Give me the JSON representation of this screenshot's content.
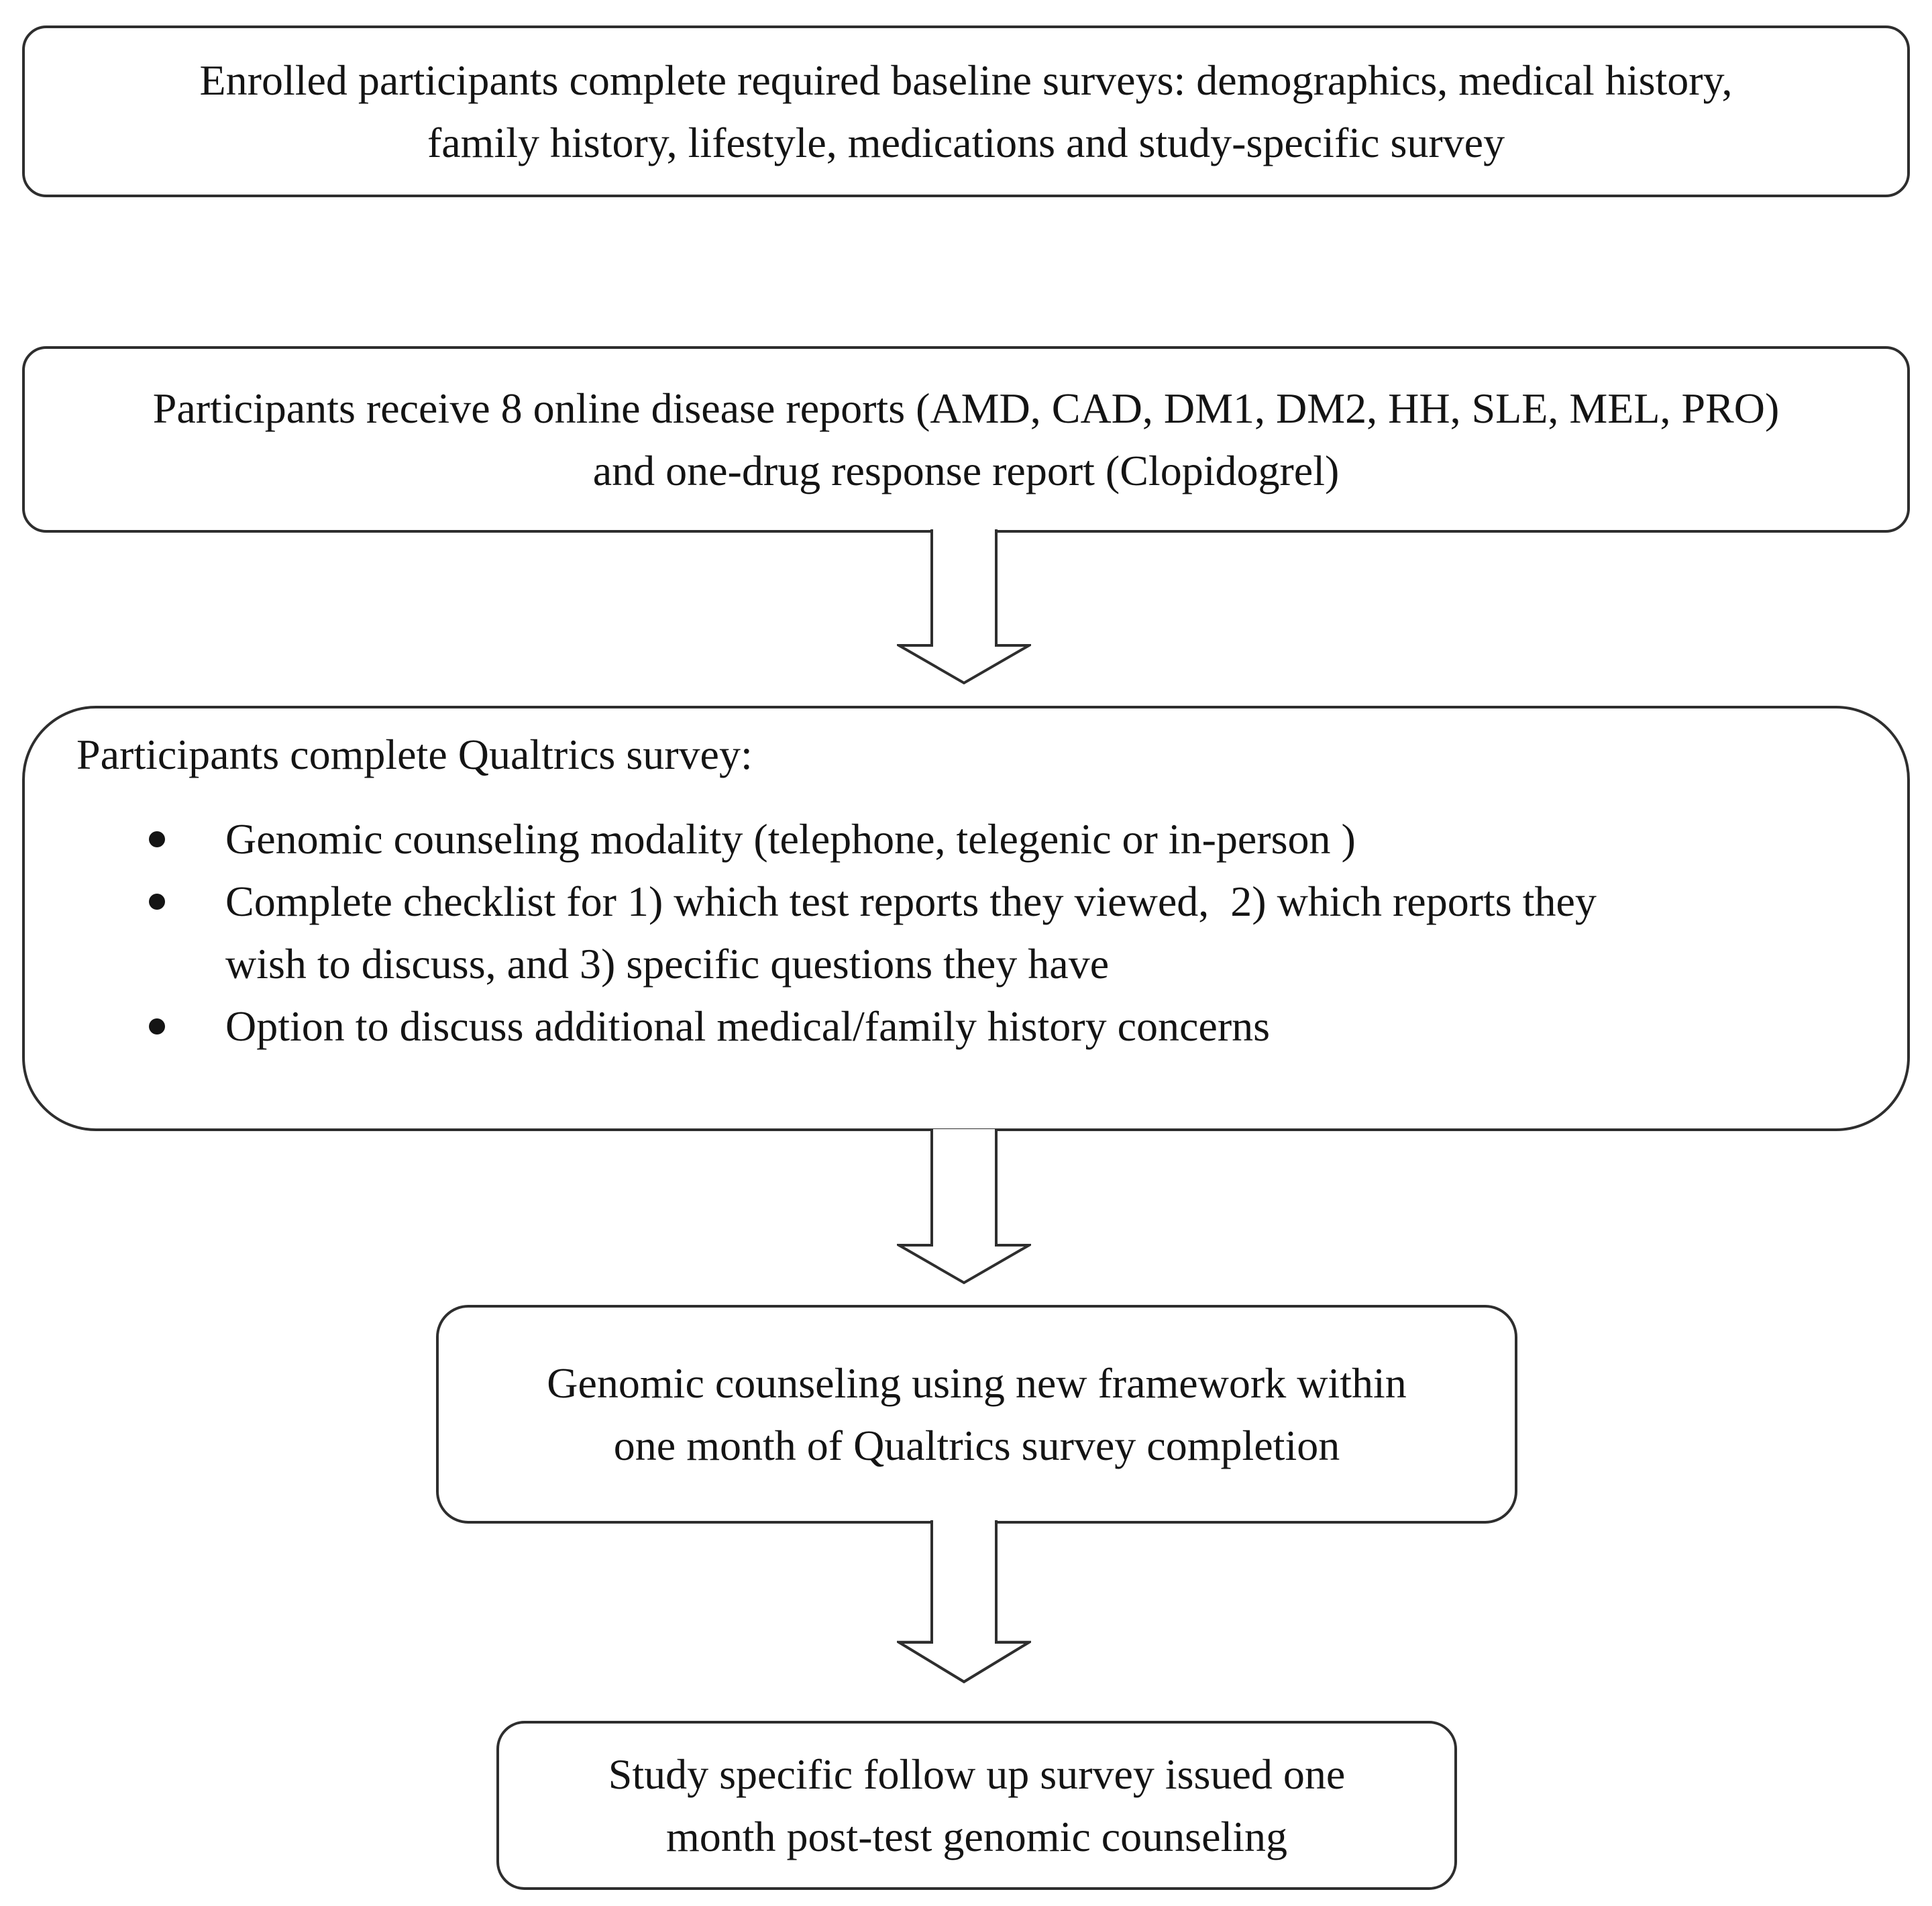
{
  "figure": {
    "type": "flowchart",
    "colors": {
      "background": "#ffffff",
      "box_border": "#2e2e2e",
      "text": "#141414"
    },
    "boxes": [
      {
        "name": "baseline-surveys",
        "lines": [
          "Enrolled participants complete required baseline surveys: demographics, medical history,",
          "family history, lifestyle, medications and study-specific survey"
        ]
      },
      {
        "name": "online-reports",
        "lines": [
          "Participants receive 8 online disease reports (AMD, CAD, DM1, DM2, HH, SLE, MEL, PRO)",
          "and one-drug response report (Clopidogrel)"
        ]
      },
      {
        "name": "qualtrics-survey",
        "heading": "Participants complete Qualtrics survey:",
        "bullets": [
          [
            "Genomic counseling modality (telephone, telegenic or in-person )"
          ],
          [
            "Complete checklist for 1) which test reports they viewed,  2) which reports they",
            "wish to discuss, and 3) specific questions they have"
          ],
          [
            "Option to discuss additional medical/family history concerns"
          ]
        ]
      },
      {
        "name": "genomic-counseling",
        "lines": [
          "Genomic counseling using new framework within",
          "one month of Qualtrics survey completion"
        ]
      },
      {
        "name": "followup-survey",
        "lines": [
          "Study specific follow up survey issued one",
          "month post-test genomic counseling"
        ]
      }
    ]
  }
}
